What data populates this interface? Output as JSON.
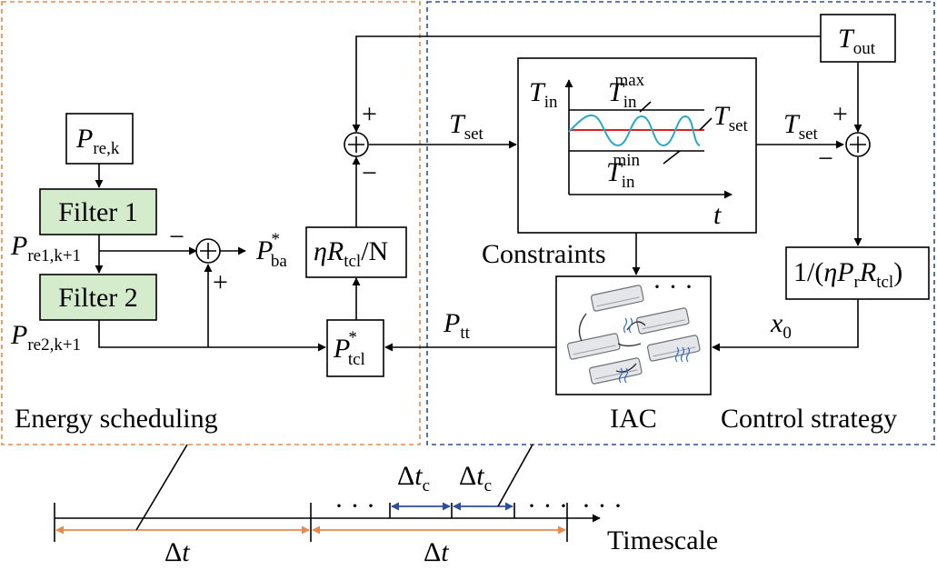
{
  "regions": {
    "energy": "Energy scheduling",
    "control": "Control strategy"
  },
  "colors": {
    "energy_border": "#e8884a",
    "control_border": "#2e4d9a",
    "filter_fill": "#d4ebcc",
    "tin_wave": "#2aa9c7",
    "tset_line": "#e02020",
    "timescale_orange": "#e8884a",
    "timescale_blue": "#2e4d9a"
  },
  "blocks": {
    "pre_k": {
      "main": "P",
      "sub": "re,k"
    },
    "filter1": "Filter 1",
    "filter2": "Filter 2",
    "gain": {
      "eta": "η",
      "R": "R",
      "sub": "tcl",
      "tail": "/N"
    },
    "ptcl": {
      "main": "P",
      "sup": "*",
      "sub": "tcl"
    },
    "tout": {
      "main": "T",
      "sub": "out"
    },
    "inv_gain": {
      "text": "1/(",
      "eta": "η",
      "P": "P",
      "psub": "r",
      "R": "R",
      "rsub": "tcl",
      "close": ")"
    },
    "iac": "IAC",
    "constraints": "Constraints"
  },
  "signals": {
    "pre1": {
      "main": "P",
      "sub": "re1,k+1"
    },
    "pre2": {
      "main": "P",
      "sub": "re2,k+1"
    },
    "pba": {
      "main": "P",
      "sup": "*",
      "sub": "ba"
    },
    "tset": {
      "main": "T",
      "sub": "set"
    },
    "ptt": {
      "main": "P",
      "sub": "tt"
    },
    "x0": {
      "main": "x",
      "sub": "0"
    }
  },
  "signs": {
    "plus": "+",
    "minus": "−"
  },
  "plot": {
    "ylabel": {
      "main": "T",
      "sub": "in"
    },
    "xlabel": "t",
    "tmax": {
      "main": "T",
      "sub": "in",
      "sup": "max"
    },
    "tmin": {
      "main": "T",
      "sub": "in",
      "sup": "min"
    },
    "tset": {
      "main": "T",
      "sub": "set"
    }
  },
  "iac_dots": "· · ·",
  "timescale": {
    "label": "Timescale",
    "dt": {
      "delta": "Δ",
      "t": "t"
    },
    "dtc": {
      "delta": "Δ",
      "t": "t",
      "sub": "c"
    },
    "dots": "· · ·"
  }
}
